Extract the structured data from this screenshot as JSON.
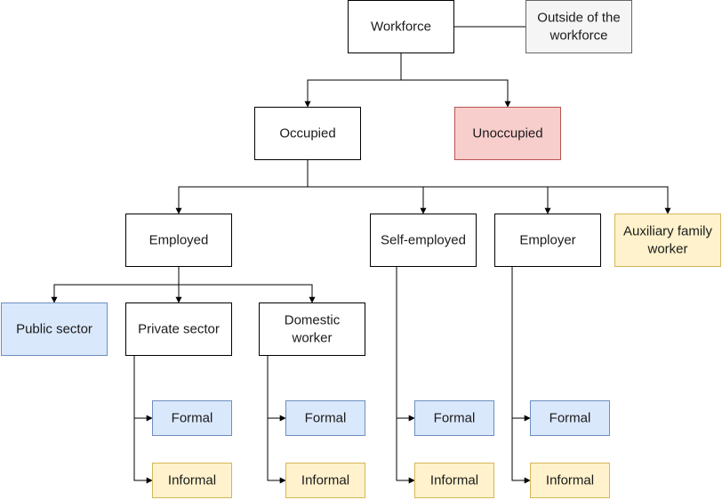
{
  "colors": {
    "white_fill": "#ffffff",
    "white_stroke": "#000000",
    "gray_fill": "#f5f5f5",
    "gray_stroke": "#666666",
    "red_fill": "#f8cecc",
    "red_stroke": "#b85450",
    "blue_fill": "#dae8fc",
    "blue_stroke": "#6c8ebf",
    "yellow_fill": "#fff2cc",
    "yellow_stroke": "#d6b656"
  },
  "nodes": {
    "workforce": {
      "lines": [
        "Workforce"
      ],
      "style": "white"
    },
    "outside": {
      "lines": [
        "Outside of the",
        "workforce"
      ],
      "style": "gray"
    },
    "occupied": {
      "lines": [
        "Occupied"
      ],
      "style": "white"
    },
    "unoccupied": {
      "lines": [
        "Unoccupied"
      ],
      "style": "red"
    },
    "employed": {
      "lines": [
        "Employed"
      ],
      "style": "white"
    },
    "self_employed": {
      "lines": [
        "Self-employed"
      ],
      "style": "white"
    },
    "employer": {
      "lines": [
        "Employer"
      ],
      "style": "white"
    },
    "auxiliary": {
      "lines": [
        "Auxiliary family",
        "worker"
      ],
      "style": "yellow"
    },
    "public_sector": {
      "lines": [
        "Public sector"
      ],
      "style": "blue"
    },
    "private_sector": {
      "lines": [
        "Private sector"
      ],
      "style": "white"
    },
    "domestic": {
      "lines": [
        "Domestic",
        "worker"
      ],
      "style": "white"
    },
    "private_formal": {
      "lines": [
        "Formal"
      ],
      "style": "blue"
    },
    "private_informal": {
      "lines": [
        "Informal"
      ],
      "style": "yellow"
    },
    "domestic_formal": {
      "lines": [
        "Formal"
      ],
      "style": "blue"
    },
    "domestic_informal": {
      "lines": [
        "Informal"
      ],
      "style": "yellow"
    },
    "self_formal": {
      "lines": [
        "Formal"
      ],
      "style": "blue"
    },
    "self_informal": {
      "lines": [
        "Informal"
      ],
      "style": "yellow"
    },
    "employer_formal": {
      "lines": [
        "Formal"
      ],
      "style": "blue"
    },
    "employer_informal": {
      "lines": [
        "Informal"
      ],
      "style": "yellow"
    }
  }
}
